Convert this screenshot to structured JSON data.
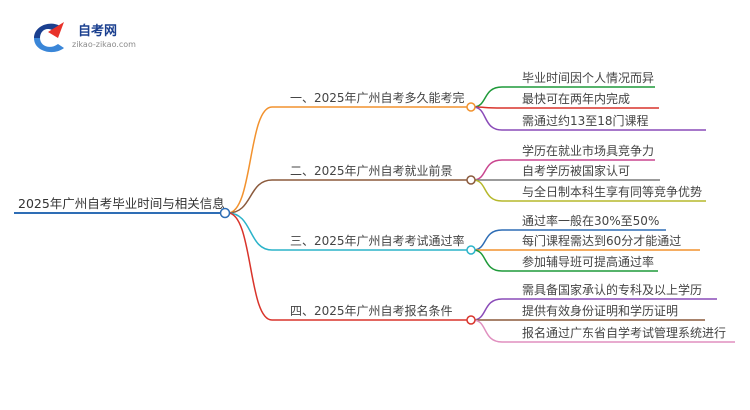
{
  "logo": {
    "title": "自考网",
    "subtitle": "zikao-zikao.com"
  },
  "root": {
    "label": "2025年广州自考毕业时间与相关信息",
    "color": "#2e6db5"
  },
  "branches": [
    {
      "label": "一、2025年广州自考多久能考完",
      "color": "#f2922e",
      "children": [
        {
          "label": "毕业时间因个人情况而异",
          "color": "#1f9a3a"
        },
        {
          "label": "最快可在两年内完成",
          "color": "#d9342b"
        },
        {
          "label": "需通过约13至18门课程",
          "color": "#8a4bb8"
        }
      ]
    },
    {
      "label": "二、2025年广州自考就业前景",
      "color": "#8b5a3c",
      "children": [
        {
          "label": "学历在就业市场具竞争力",
          "color": "#c9468f"
        },
        {
          "label": "自考学历被国家认可",
          "color": "#7a7a7a"
        },
        {
          "label": "与全日制本科生享有同等竞争优势",
          "color": "#b5b82b"
        }
      ]
    },
    {
      "label": "三、2025年广州自考考试通过率",
      "color": "#2bb3c9",
      "children": [
        {
          "label": "通过率一般在30%至50%",
          "color": "#2e6db5"
        },
        {
          "label": "每门课程需达到60分才能通过",
          "color": "#f2922e"
        },
        {
          "label": "参加辅导班可提高通过率",
          "color": "#1f9a3a"
        }
      ]
    },
    {
      "label": "四、2025年广州自考报名条件",
      "color": "#d9342b",
      "children": [
        {
          "label": "需具备国家承认的专科及以上学历",
          "color": "#8a4bb8"
        },
        {
          "label": "提供有效身份证明和学历证明",
          "color": "#8b5a3c"
        },
        {
          "label": "报名通过广东省自学考试管理系统进行",
          "color": "#e08fbf"
        }
      ]
    }
  ]
}
